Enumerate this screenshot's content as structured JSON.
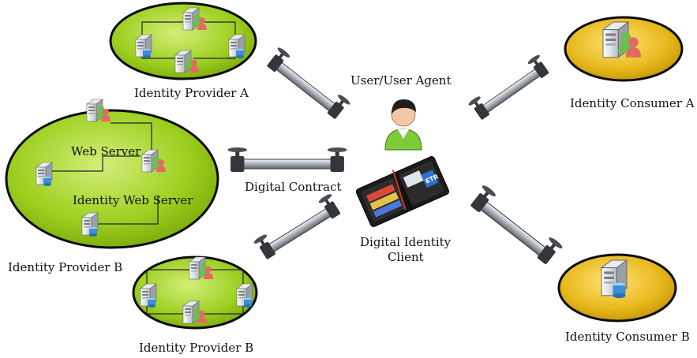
{
  "labels": {
    "identity_provider_a": "Identity Provider A",
    "identity_provider_b_large": "Identity Provider B",
    "identity_provider_b_small": "Identity Provider B",
    "web_server": "Web Server",
    "identity_web_server": "Identity Web Server",
    "user_agent": "User/User Agent",
    "digital_contract": "Digital Contract",
    "digital_identity_client_line1": "Digital Identity",
    "digital_identity_client_line2": "Client",
    "identity_consumer_a": "Identity Consumer A",
    "identity_consumer_b": "Identity Consumer B",
    "wallet_logo": "ETR"
  },
  "colors": {
    "provider_fill": "#9ccf1e",
    "provider_fill_light": "#d4ee7a",
    "consumer_fill": "#e8b91c",
    "consumer_fill_light": "#ffe37a",
    "pipe": "#8a8f96",
    "pipe_dark": "#2e3136",
    "user_shirt": "#7ecb3a"
  }
}
